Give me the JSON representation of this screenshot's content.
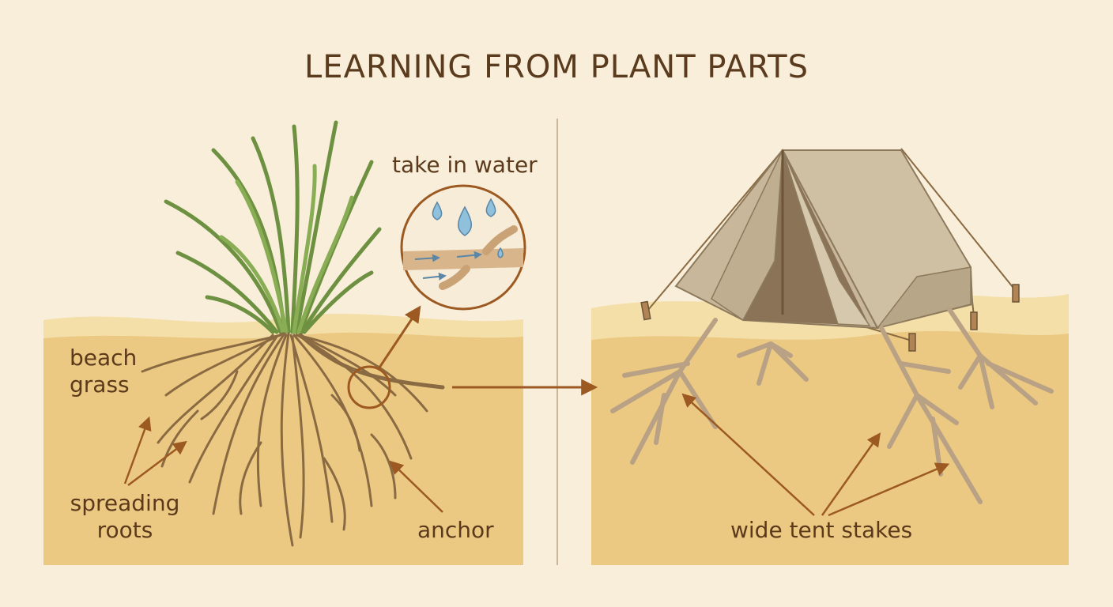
{
  "title": "LEARNING FROM PLANT PARTS",
  "left_panel": {
    "plant_name": "beach grass",
    "roots_label": "spreading roots",
    "anchor_label": "anchor",
    "callout_label": "take in water"
  },
  "right_panel": {
    "stakes_label": "wide tent stakes"
  },
  "colors": {
    "background": "#f8eed9",
    "sand": "#ecc982",
    "sand_top": "#f4dfa9",
    "root": "#8a6a42",
    "arrow": "#9c5a22",
    "grass": "#6d9141",
    "tent": "#c8b79a",
    "water": "#8fc1dc",
    "text": "#5b3a1c"
  }
}
